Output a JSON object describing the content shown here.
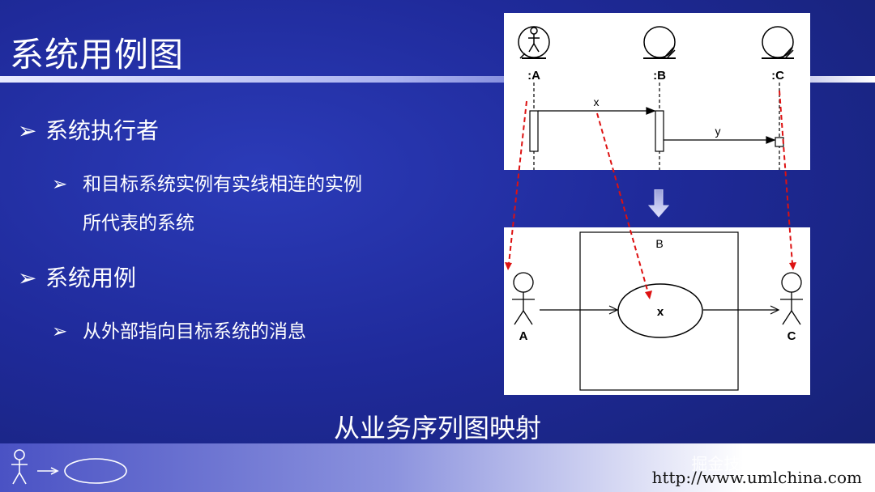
{
  "slide": {
    "title": "系统用例图",
    "bullets": [
      {
        "mark": "➢",
        "text": "系统执行者"
      },
      {
        "mark": "➢",
        "text": "和目标系统实例有实线相连的实例"
      },
      {
        "mark": "",
        "text": "所代表的系统"
      },
      {
        "mark": "➢",
        "text": "系统用例"
      },
      {
        "mark": "➢",
        "text": "从外部指向目标系统的消息"
      }
    ],
    "caption": "从业务序列图映射",
    "footer_url": "http://www.umlchina.com",
    "watermark": "掘金技术社区 @ 潘加宇"
  },
  "sequence_diagram": {
    "objects": [
      ":A",
      ":B",
      ":C"
    ],
    "messages": [
      "x",
      "y"
    ]
  },
  "usecase_diagram": {
    "system": "B",
    "usecase": "x",
    "actors": [
      "A",
      "C"
    ]
  },
  "colors": {
    "background": "#1f2a9a",
    "mapping_arrow": "#dd1111"
  }
}
